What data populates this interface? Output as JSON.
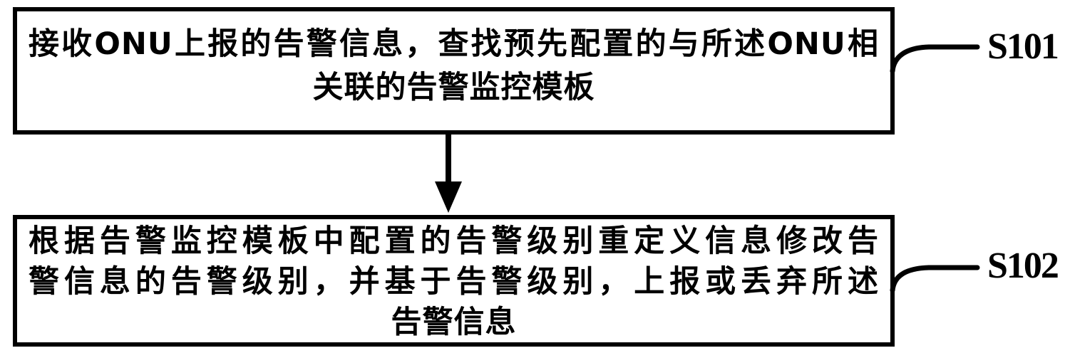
{
  "figure": {
    "type": "flowchart",
    "colors": {
      "background": "#ffffff",
      "foreground": "#000000"
    },
    "steps": [
      {
        "label": "S101",
        "box_lines": [
          "接收ONU上报的告警信息，查找预先配置的与所述ONU相",
          "关联的告警监控模板"
        ]
      },
      {
        "label": "S102",
        "box_lines": [
          "根据告警监控模板中配置的告警级别重定义信息修改告",
          "警信息的告警级别，并基于告警级别，上报或丢弃所述",
          "告警信息"
        ]
      }
    ],
    "connector": "down-arrow"
  }
}
